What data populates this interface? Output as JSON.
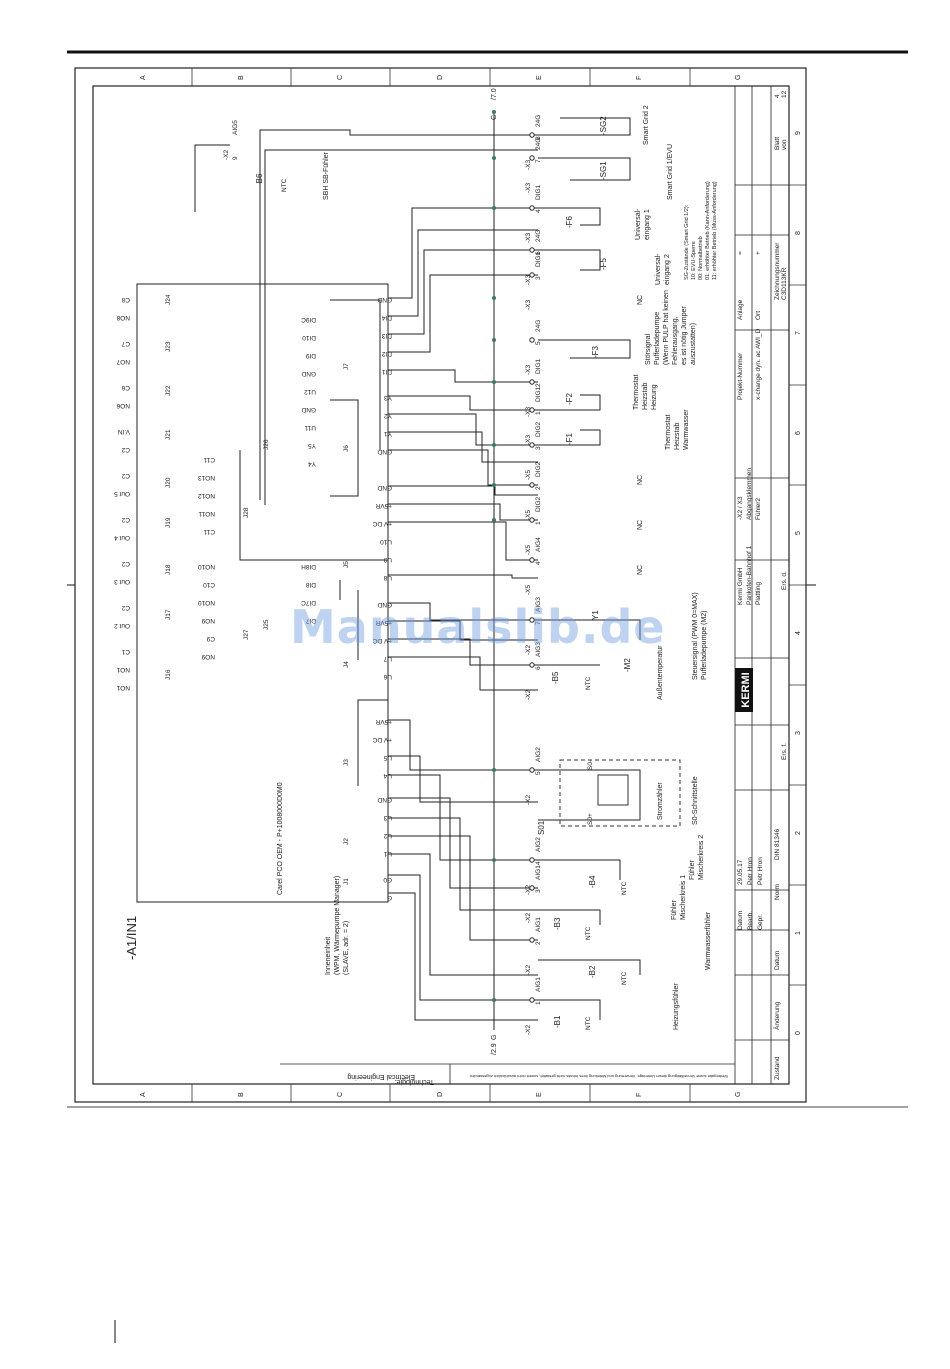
{
  "sheet": {
    "module_label": "-A1/IN1",
    "controller_label": "Carel PCO OEM - P+1008000D0M0",
    "indoor_unit": [
      "Inneneinheit",
      "(WPM, Wärmepumpe Manager)",
      "(SLAVE, adr. = 2)"
    ],
    "technology_label": "Technologie:",
    "technology_value": "Electrical Engineering",
    "grid_columns": [
      "A",
      "B",
      "C",
      "D",
      "E",
      "F",
      "G"
    ],
    "grid_rows": [
      "0",
      "1",
      "2",
      "3",
      "4",
      "5",
      "6",
      "7",
      "8",
      "9"
    ],
    "bus_top": "/7.0",
    "bus_bottom": "/2.9",
    "bus_label": "G"
  },
  "colors": {
    "line": "#222222",
    "accent_red": "#b03030",
    "junction": "#3a7a6a",
    "watermark": "#6e9be1"
  },
  "connectors": {
    "J24": [
      "C8",
      "NO8"
    ],
    "J23": [
      "C7",
      "NO7"
    ],
    "J22": [
      "C6",
      "NO6"
    ],
    "J21": [
      "V.IN",
      "C2"
    ],
    "J20": [
      "C2",
      "Out 5"
    ],
    "J19": [
      "C2",
      "Out 4"
    ],
    "J18": [
      "C2",
      "Out 3"
    ],
    "J17": [
      "C2",
      "Out 2"
    ],
    "J16": [
      "C1",
      "NO1",
      "NO1"
    ],
    "J28": [
      "C11",
      "NO13",
      "NO12",
      "NO11",
      "C11"
    ],
    "J27": [
      "NO10",
      "C10",
      "NO10",
      "NO9",
      "C9",
      "NO9"
    ],
    "J26": [
      "DI9C",
      "DI10",
      "DI9",
      "GND",
      "U12",
      "GND",
      "U11",
      "Y5",
      "Y4"
    ],
    "J25": [
      "DI8H",
      "DI8",
      "DI7C",
      "DI7"
    ],
    "J8": [
      "GND",
      "DI4",
      "DI3",
      "DI2",
      "DI1"
    ],
    "J7": [
      "GND",
      "DI4",
      "DI3",
      "DI2",
      "DI1"
    ],
    "J6": [
      "Y3",
      "Y2",
      "Y1",
      "GND"
    ],
    "J5": [
      "GND",
      "+5VR",
      "+V DC",
      "U10",
      "U9",
      "U8"
    ],
    "J4": [
      "GND",
      "+5VR",
      "+V DC",
      "U7",
      "U6"
    ],
    "J3": [
      "+5VR",
      "+V DC",
      "U5",
      "U4"
    ],
    "J2": [
      "GND",
      "U3",
      "U2",
      "U1"
    ],
    "J1": [
      "G0",
      "G"
    ]
  },
  "terminals": [
    {
      "x": "-X2",
      "n": "9",
      "sig": "AIG5"
    },
    {
      "x": "-X3",
      "n": "8",
      "sig": "24G"
    },
    {
      "x": "-X3",
      "n": "7",
      "sig": "24G"
    },
    {
      "x": "-X3",
      "n": "4",
      "sig": "DIG1"
    },
    {
      "x": "-X3",
      "n": "6",
      "sig": "24G"
    },
    {
      "x": "-X3",
      "n": "3",
      "sig": "DIG1"
    },
    {
      "x": "-X3",
      "n": "5",
      "sig": "24G"
    },
    {
      "x": "-X3",
      "n": "2",
      "sig": "DIG1"
    },
    {
      "x": "-X3",
      "n": "1",
      "sig": "DIG1"
    },
    {
      "x": "-X5",
      "n": "3",
      "sig": "DIG2"
    },
    {
      "x": "-X5",
      "n": "2",
      "sig": "DIG2"
    },
    {
      "x": "-X5",
      "n": "1",
      "sig": "DIG2"
    },
    {
      "x": "-X5",
      "n": "4",
      "sig": "AIG4"
    },
    {
      "x": "-X2",
      "n": "7",
      "sig": "AIG3"
    },
    {
      "x": "-X2",
      "n": "6",
      "sig": "AIG3"
    },
    {
      "x": "-X2",
      "n": "5",
      "sig": "AIG2"
    },
    {
      "x": "-X2",
      "n": "4",
      "sig": "AIG2"
    },
    {
      "x": "-X2",
      "n": "3",
      "sig": "AIG1"
    },
    {
      "x": "-X2",
      "n": "2",
      "sig": "AIG1"
    },
    {
      "x": "-X2",
      "n": "1",
      "sig": "AIG1"
    }
  ],
  "devices": {
    "sg2": "-SG2",
    "sg1": "-SG1",
    "f6": "-F6",
    "f5": "-F5",
    "f3": "-F3",
    "f2": "-F2",
    "f1": "-F1",
    "y1": "Y1",
    "m2": "-M2",
    "b6": "-B6",
    "b5": "-B5",
    "b4": "-B4",
    "b3": "-B3",
    "b2": "-B2",
    "b1": "-B1",
    "s01": "S01",
    "s0minus": "S0-",
    "s0plus": "S0+",
    "ntc": "NTC"
  },
  "descriptions": {
    "smart_grid_2": "Smart Grid 2",
    "smart_grid_1": "Smart Grid 1/EVU",
    "universal_1": [
      "Universal-",
      "eingang 1"
    ],
    "universal_2": [
      "Universal-",
      "eingang 2"
    ],
    "sg_states": [
      "SG-Zustände (Smart Grid 1/2):",
      "10: EVU-Sperre",
      "00: Normalbetrieb",
      "01: erhöhter Betrieb (Kann-Anforderung)",
      "11: erhöhter Betrieb (Muss-Anforderung)"
    ],
    "stoersignal": [
      "Störsignal",
      "Pufferladepumpe",
      "(Wenn PULP hat keinen",
      "Fehlerausgang,",
      "es ist nötig Jumper",
      "auszustatten)"
    ],
    "thermostat_heizung": [
      "Thermostat",
      "Heizstab",
      "Heizung"
    ],
    "thermostat_ww": [
      "Thermostat",
      "Heizstab",
      "Warmwasser"
    ],
    "nc": "NC",
    "steuersignal": [
      "Steuersignal (PWM 0=MAX)",
      "Pufferladepumpe (M2)"
    ],
    "aussen": "Außentemperatur",
    "stromzaehler": "Stromzähler",
    "s0_schnitt": "S0-Schnittstelle",
    "fuehler_mk2": [
      "Fühler",
      "Mischerkreis 2"
    ],
    "fuehler_mk1": [
      "Fühler",
      "Mischerkreis 1"
    ],
    "warmwasser": "Warmwasserfühler",
    "heizungfuehler": "Heizungsfühler",
    "sbh_fuehler": "SBH SB-Fühler"
  },
  "title_block": {
    "project_label": "Projekt-Nummer",
    "project_value": "x-change dyn. ac AWI_D",
    "anlage": "Anlage",
    "ort": "Ort",
    "anlage_val": "=",
    "ort_val": "+",
    "drawing_label": "Zeichnungsnummer",
    "drawing_value": "C3D113KR",
    "blatt": "Blatt",
    "blatt_val": "4",
    "von": "von",
    "von_val": "12",
    "desc": [
      "-X2 / X3",
      "Abgangsklemmen",
      "Fühler2"
    ],
    "company": [
      "Kermi GmbH",
      "Pankofen-Bahnhof 1",
      "Plattling"
    ],
    "logo": "KERMI",
    "ers_d": "Ers. d.",
    "ers_f": "Ers. f.",
    "datum_label": "Datum",
    "datum_val": "29.05.17",
    "bearb_label": "Bearb.",
    "bearb_val": "Petr Hron",
    "gepr_label": "Gepr.",
    "gepr_val": "Petr Hron",
    "norm_label": "Norm",
    "norm_val": "DIN 81346",
    "zustand": "Zustand",
    "aenderung": "Änderung",
    "datum2": "Datum",
    "name": "Name",
    "copyright": "Weitergabe sowie Vervielfältigung dieser Unterlage, Verwertung und Mitteilung ihres Inhalts nicht gestattet, soweit nicht ausdrücklich zugestanden."
  },
  "watermark": "Manualslib.de"
}
